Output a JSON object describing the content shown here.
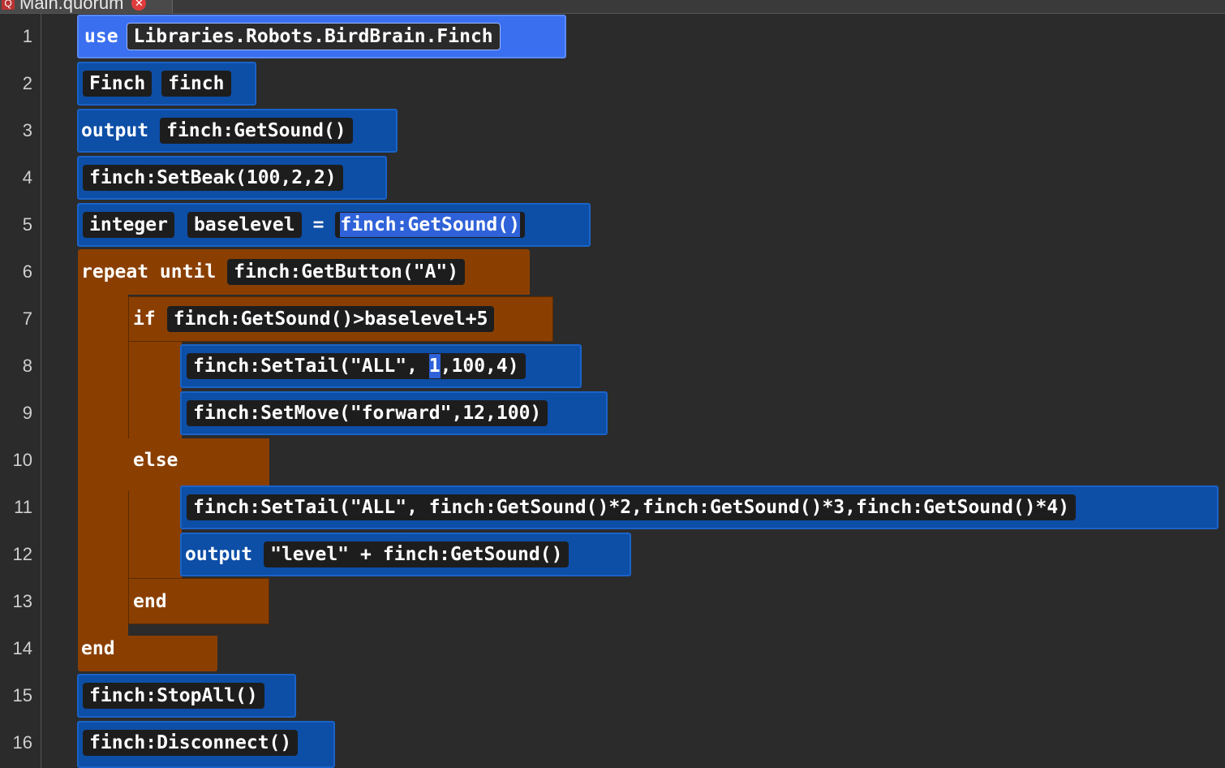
{
  "tab": {
    "title": "Main.quorum",
    "icon": "file-icon",
    "close_icon": "close-icon"
  },
  "line_numbers": [
    "1",
    "2",
    "3",
    "4",
    "5",
    "6",
    "7",
    "8",
    "9",
    "10",
    "11",
    "12",
    "13",
    "14",
    "15",
    "16"
  ],
  "code": {
    "l1": {
      "kw": "use",
      "arg": "Libraries.Robots.BirdBrain.Finch"
    },
    "l2": {
      "type": "Finch",
      "name": "finch"
    },
    "l3": {
      "kw": "output",
      "expr": "finch:GetSound()"
    },
    "l4": {
      "expr": "finch:SetBeak(100,2,2)"
    },
    "l5": {
      "type": "integer",
      "name": "baselevel",
      "op": "=",
      "expr": "finch:GetSound()"
    },
    "l6": {
      "kw": "repeat until",
      "expr": "finch:GetButton(\"A\")"
    },
    "l7": {
      "kw": "if",
      "expr": "finch:GetSound()>baselevel+5"
    },
    "l8": {
      "pre": "finch:SetTail(\"ALL\", ",
      "sel": "1",
      "post": ",100,4)"
    },
    "l9": {
      "expr": "finch:SetMove(\"forward\",12,100)"
    },
    "l10": {
      "kw": "else"
    },
    "l11": {
      "expr": "finch:SetTail(\"ALL\", finch:GetSound()*2,finch:GetSound()*3,finch:GetSound()*4)"
    },
    "l12": {
      "kw": "output",
      "str": "\"level\"",
      "op": "+",
      "expr": "finch:GetSound()"
    },
    "l13": {
      "kw": "end"
    },
    "l14": {
      "kw": "end"
    },
    "l15": {
      "expr": "finch:StopAll()"
    },
    "l16": {
      "expr": "finch:Disconnect()"
    }
  },
  "colors": {
    "background": "#2b2b2b",
    "statement_block": "#0d4ea6",
    "use_block": "#3a6ff0",
    "control_block": "#8a3f00",
    "selection": "#2f62d8"
  }
}
